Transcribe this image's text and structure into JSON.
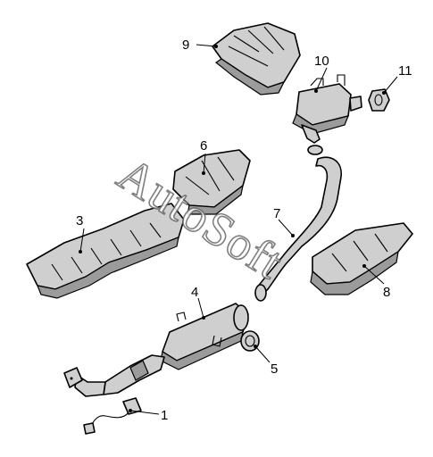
{
  "callouts": {
    "c1": "1",
    "c3": "3",
    "c4": "4",
    "c5": "5",
    "c6": "6",
    "c7": "7",
    "c8": "8",
    "c9": "9",
    "c10": "10",
    "c11": "11"
  },
  "watermark": "AutoSoft"
}
